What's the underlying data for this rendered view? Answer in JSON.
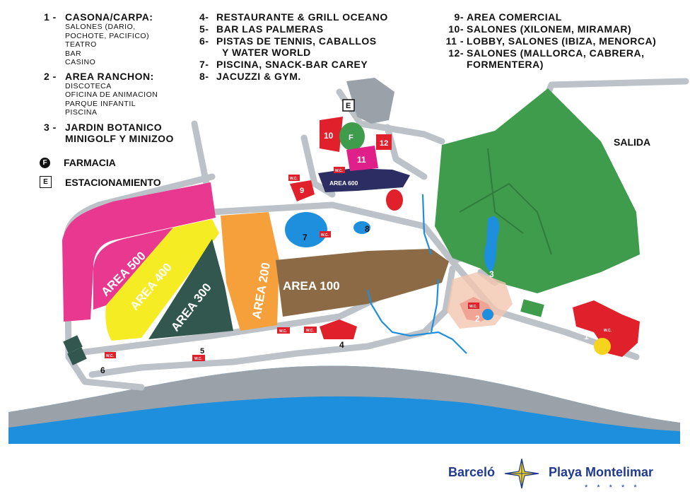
{
  "legend_col1": [
    {
      "num": "1 -",
      "title": "CASONA/CARPA:",
      "subs": [
        "SALONES (DARIO,",
        "POCHOTE, PACIFICO)",
        "TEATRO",
        "BAR",
        "CASINO"
      ]
    },
    {
      "num": "2 -",
      "title": "AREA RANCHON:",
      "subs": [
        "DISCOTECA",
        "OFICINA DE ANIMACION",
        "PARQUE INFANTIL",
        "PISCINA"
      ]
    },
    {
      "num": "3 -",
      "title": "JARDIN BOTANICO",
      "title2": "MINIGOLF Y MINIZOO"
    }
  ],
  "legend_symbols": [
    {
      "symbol": "F",
      "label": "FARMACIA"
    },
    {
      "symbol": "E",
      "label": "ESTACIONAMIENTO"
    }
  ],
  "legend_col2": [
    {
      "num": "4-",
      "title": "RESTAURANTE & GRILL OCEANO"
    },
    {
      "num": "5-",
      "title": "BAR LAS PALMERAS"
    },
    {
      "num": "6-",
      "title": "PISTAS DE TENNIS, CABALLOS",
      "title2": "Y WATER WORLD"
    },
    {
      "num": "7-",
      "title": "PISCINA, SNACK-BAR CAREY"
    },
    {
      "num": "8-",
      "title": "JACUZZI & GYM."
    }
  ],
  "legend_col3": [
    {
      "num": "9-",
      "title": "AREA COMERCIAL"
    },
    {
      "num": "10-",
      "title": "SALONES (XILONEM, MIRAMAR)"
    },
    {
      "num": "11 -",
      "title": "LOBBY, SALONES (IBIZA, MENORCA)"
    },
    {
      "num": "12-",
      "title": "SALONES (MALLORCA, CABRERA,",
      "title2": "FORMENTERA)"
    }
  ],
  "map": {
    "areas": {
      "a500": "AREA 500",
      "a400": "AREA 400",
      "a300": "AREA 300",
      "a200": "AREA 200",
      "a100": "AREA 100",
      "a600": "AREA 600"
    },
    "salida": "SALIDA",
    "numbers": {
      "n1": "1",
      "n2": "2",
      "n3": "3",
      "n4": "4",
      "n5": "5",
      "n6": "6",
      "n7": "7",
      "n8": "8",
      "n9": "9",
      "n10": "10",
      "n11": "11",
      "n12": "12"
    },
    "marker_f": "F",
    "marker_e": "E",
    "wc": "W.C."
  },
  "brand": {
    "left": "Barceló",
    "right": "Playa Montelimar",
    "stars": "* * * * *"
  }
}
